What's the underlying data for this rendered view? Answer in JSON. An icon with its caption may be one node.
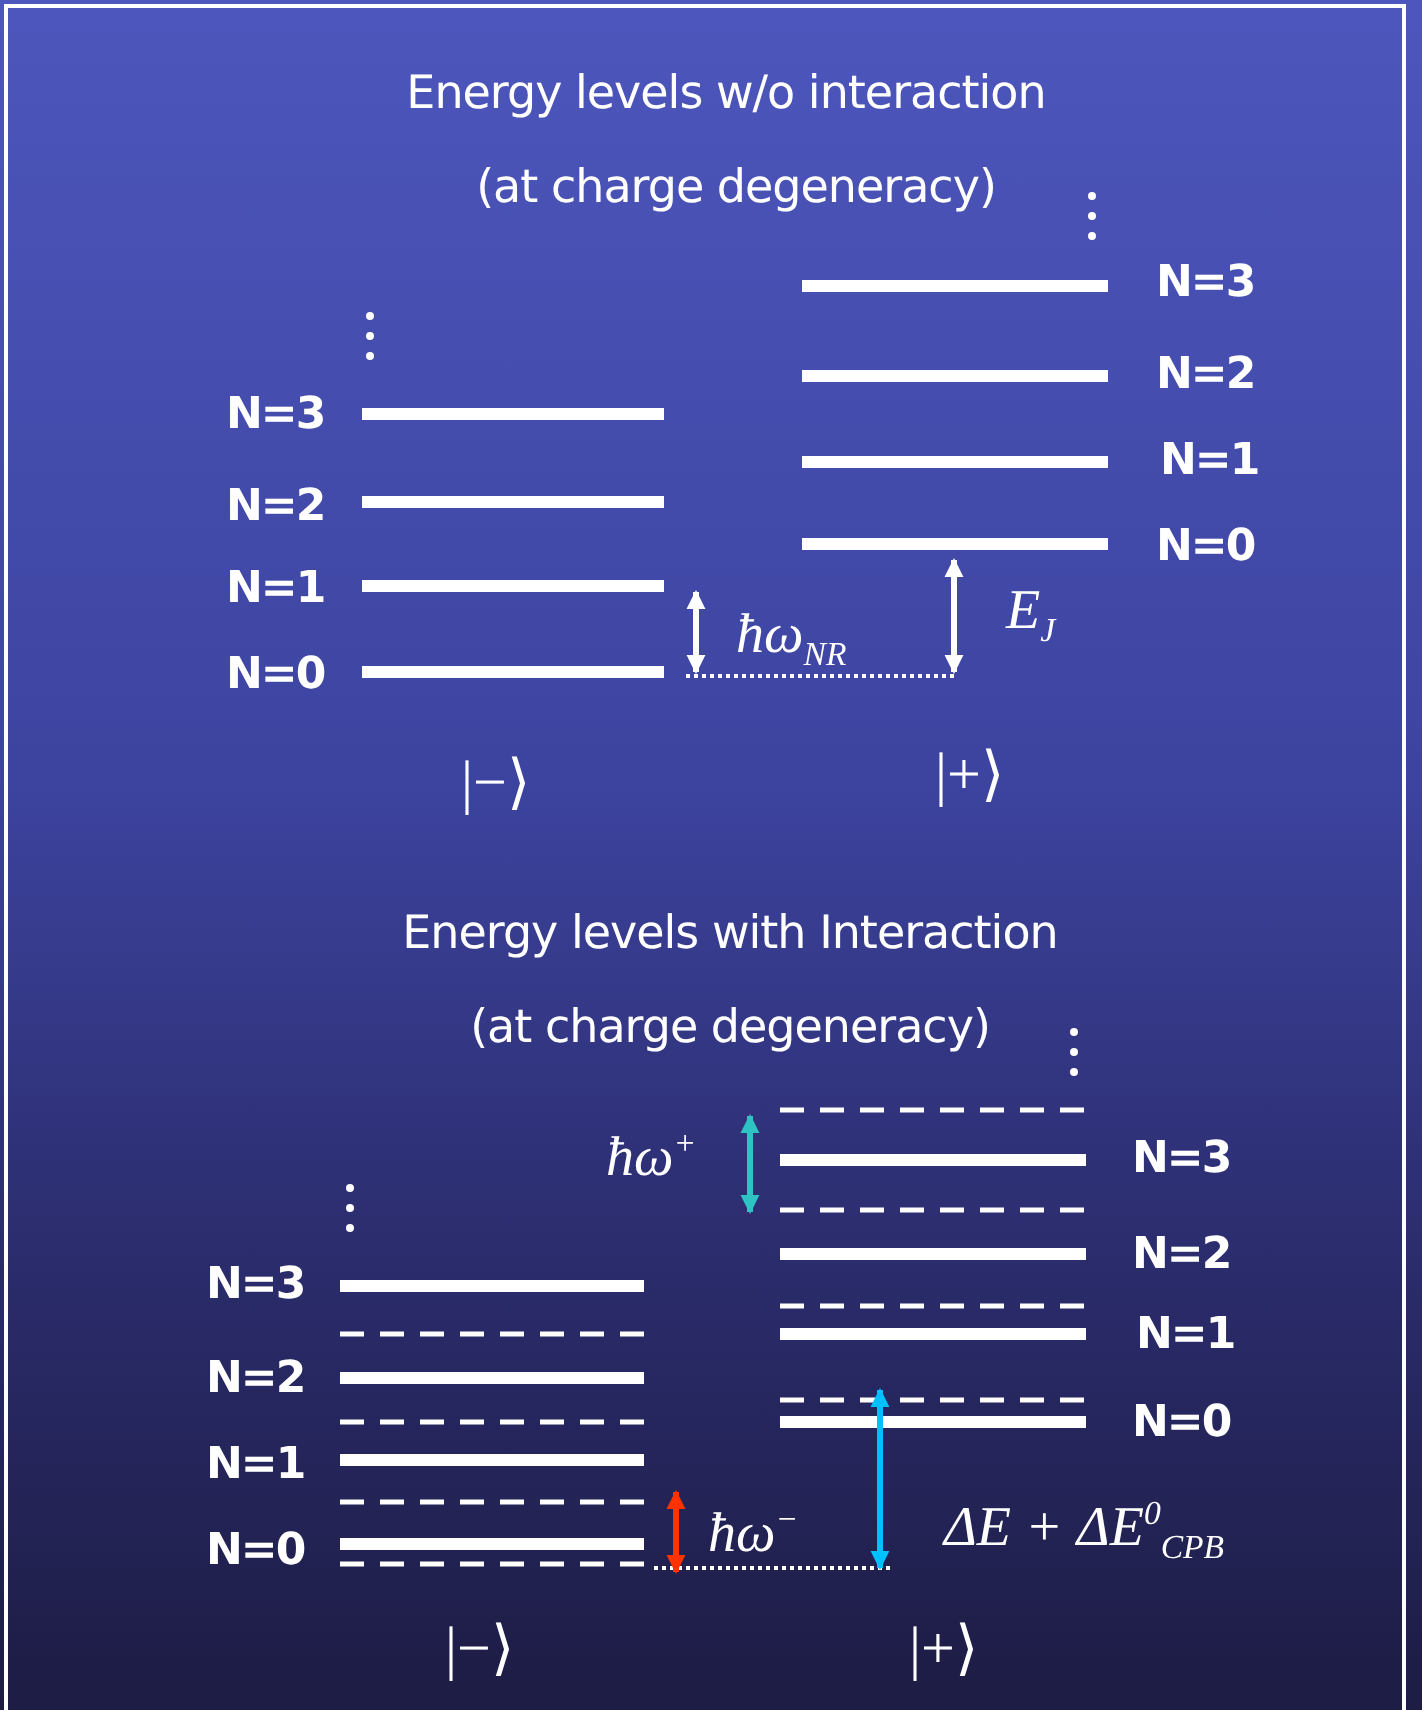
{
  "diagram": {
    "labels": [
      "Energy levels w/o interaction",
      "(at charge degeneracy)",
      "N=3",
      "N=2",
      "N=1",
      "N=0",
      "N=3",
      "N=2",
      "N=1",
      "N=0",
      "ħω$_{NR}$",
      "E$_{J}$",
      "|−⟩",
      "|+⟩",
      "Energy levels with Interaction",
      "(at charge degeneracy)",
      "N=3",
      "N=2",
      "N=1",
      "N=0",
      "N=3",
      "N=2",
      "N=1",
      "N=0",
      "ħω$^{+}$",
      "ħω$^{−}$",
      "ΔE + ΔE$^{0}$$_{CPB}$",
      "|−⟩",
      "|+⟩"
    ]
  }
}
